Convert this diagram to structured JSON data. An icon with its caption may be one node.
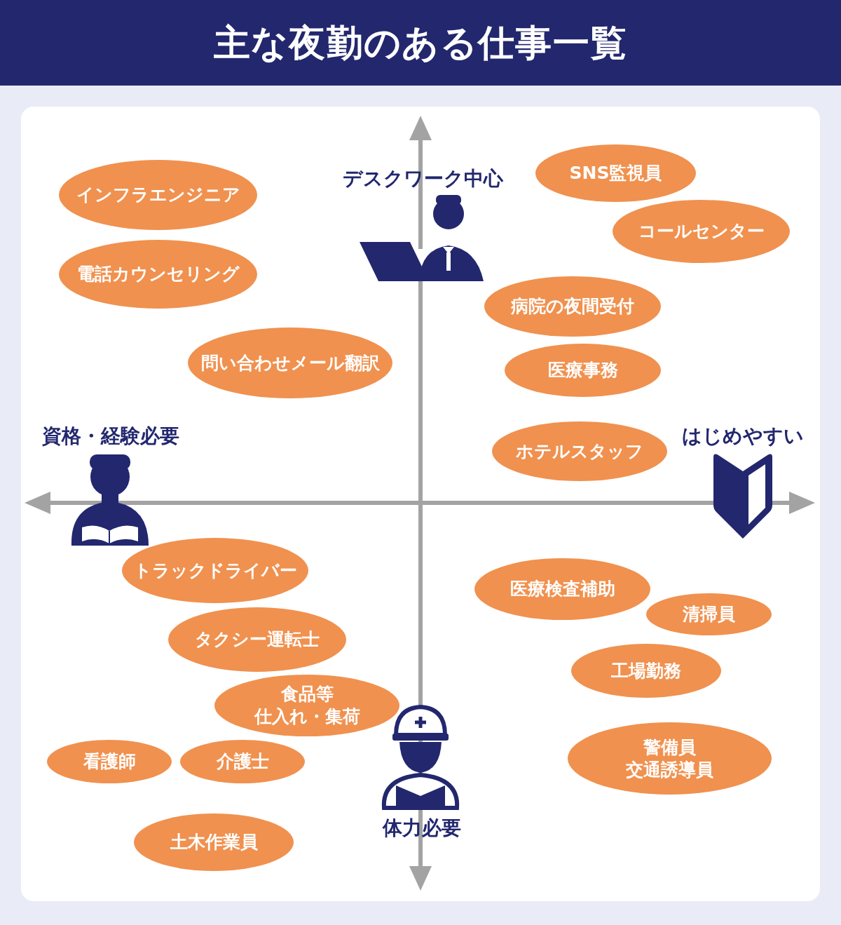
{
  "diagram": {
    "title": "主な夜勤のある仕事一覧",
    "nodes": [
      {
        "text": [
          "インフラエンジニア"
        ]
      },
      {
        "text": [
          "電話カウンセリング"
        ]
      },
      {
        "text": [
          "問い合わせメール翻訳"
        ]
      },
      {
        "text": [
          "SNS監視員"
        ]
      },
      {
        "text": [
          "コールセンター"
        ]
      },
      {
        "text": [
          "病院の夜間受付"
        ]
      },
      {
        "text": [
          "医療事務"
        ]
      },
      {
        "text": [
          "ホテルスタッフ"
        ]
      },
      {
        "text": [
          "トラックドライバー"
        ]
      },
      {
        "text": [
          "タクシー運転士"
        ]
      },
      {
        "text": [
          "食品等",
          "仕入れ・集荷"
        ]
      },
      {
        "text": [
          "看護師"
        ]
      },
      {
        "text": [
          "介護士"
        ]
      },
      {
        "text": [
          "土木作業員"
        ]
      },
      {
        "text": [
          "医療検査補助"
        ]
      },
      {
        "text": [
          "清掃員"
        ]
      },
      {
        "text": [
          "工場勤務"
        ]
      },
      {
        "text": [
          "警備員",
          "交通誘導員"
        ]
      }
    ],
    "labels": [
      "デスクワーク中心",
      "資格・経験必要",
      "はじめやすい",
      "体力必要"
    ]
  }
}
